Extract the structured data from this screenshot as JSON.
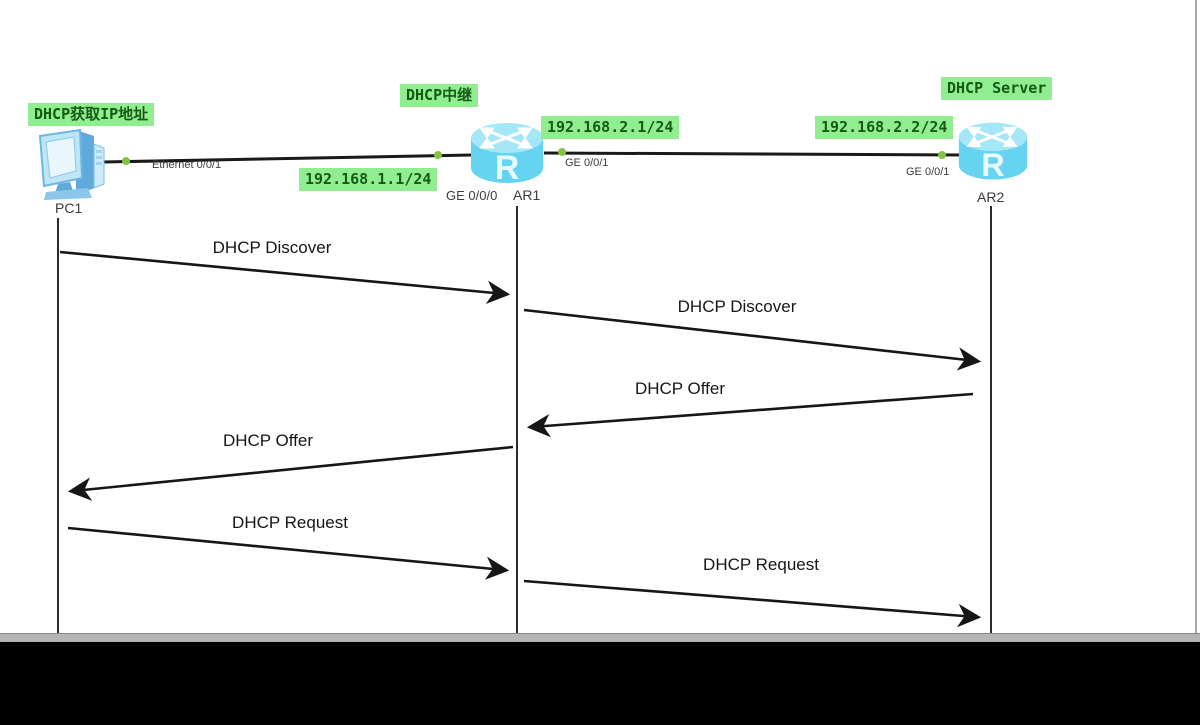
{
  "topology": {
    "pc": {
      "name": "PC1",
      "annotation": "DHCP获取IP地址"
    },
    "link_pc_ar1": {
      "interface_label": "Ethernet 0/0/1",
      "ip": "192.168.1.1/24"
    },
    "ar1": {
      "name": "AR1",
      "annotation": "DHCP中继",
      "icon_letter": "R",
      "if_left": "GE 0/0/0",
      "if_right": "GE 0/0/1"
    },
    "link_ar1_ar2": {
      "ip_left": "192.168.2.1/24",
      "ip_right": "192.168.2.2/24"
    },
    "ar2": {
      "name": "AR2",
      "annotation": "DHCP Server",
      "icon_letter": "R",
      "if_left": "GE 0/0/1"
    }
  },
  "sequence": {
    "lifelines": [
      "PC1",
      "AR1",
      "AR2"
    ],
    "messages": [
      {
        "label": "DHCP Discover",
        "from": "PC1",
        "to": "AR1"
      },
      {
        "label": "DHCP Discover",
        "from": "AR1",
        "to": "AR2"
      },
      {
        "label": "DHCP Offer",
        "from": "AR2",
        "to": "AR1"
      },
      {
        "label": "DHCP Offer",
        "from": "AR1",
        "to": "PC1"
      },
      {
        "label": "DHCP Request",
        "from": "PC1",
        "to": "AR1"
      },
      {
        "label": "DHCP Request",
        "from": "AR1",
        "to": "AR2"
      }
    ]
  },
  "colors": {
    "annotation_bg": "#90ee90",
    "annotation_text": "#155915",
    "link_line": "#1a1a1a",
    "endpoint_dot": "#85c440",
    "router_body": "#66d3f0",
    "router_top": "#a5e7f7",
    "pc_body": "#a8d8f0",
    "gray_strip": "#b5b5b5",
    "bottom_bar": "#000000"
  }
}
